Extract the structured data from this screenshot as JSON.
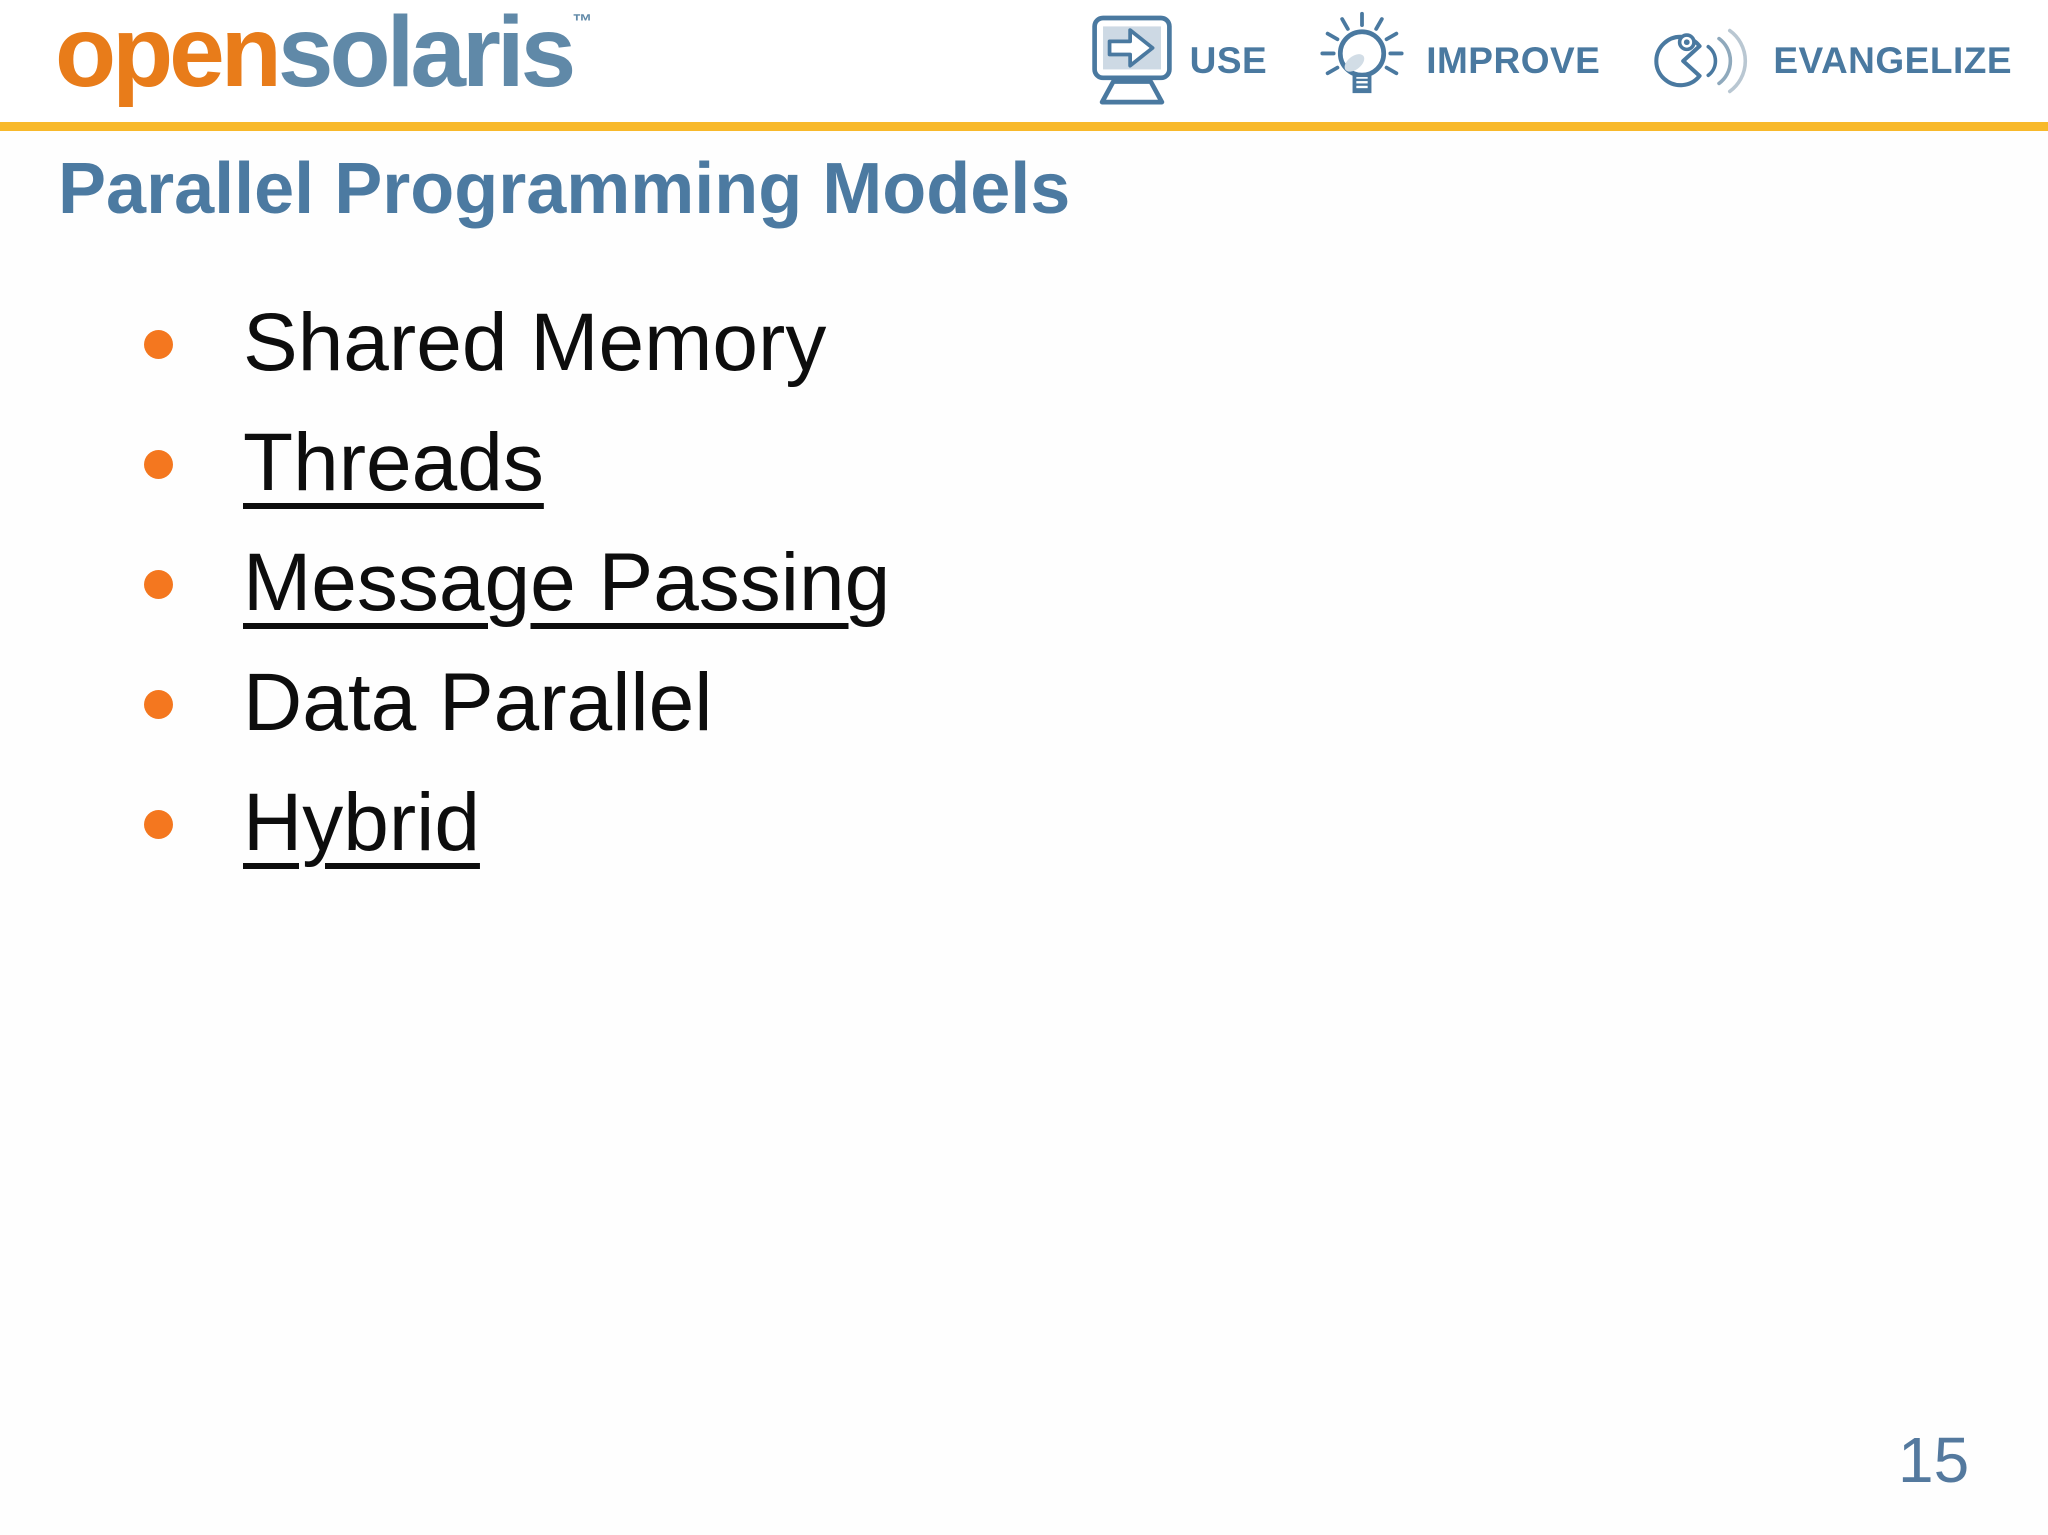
{
  "colors": {
    "brand_orange": "#E87C1A",
    "brand_blue": "#6089A8",
    "header_blue": "#4A79A0",
    "rule_yellow": "#F8B92B",
    "title_blue": "#4C7AA1",
    "bullet_orange": "#F4771F",
    "body_text": "#0D0D0D",
    "page_number_blue": "#54799E"
  },
  "header": {
    "logo": {
      "part1": "open",
      "part2": "solaris",
      "trademark": "™"
    },
    "actions": [
      {
        "icon": "monitor-arrow-icon",
        "label": "USE"
      },
      {
        "icon": "lightbulb-icon",
        "label": "IMPROVE"
      },
      {
        "icon": "speaking-face-icon",
        "label": "EVANGELIZE"
      }
    ]
  },
  "main": {
    "title": "Parallel Programming Models",
    "bullets": [
      {
        "label": "Shared Memory",
        "underline": false
      },
      {
        "label": "Threads",
        "underline": true
      },
      {
        "label": "Message Passing",
        "underline": true
      },
      {
        "label": "Data Parallel",
        "underline": false
      },
      {
        "label": "Hybrid",
        "underline": true
      }
    ]
  },
  "footer": {
    "page_number": "15"
  }
}
